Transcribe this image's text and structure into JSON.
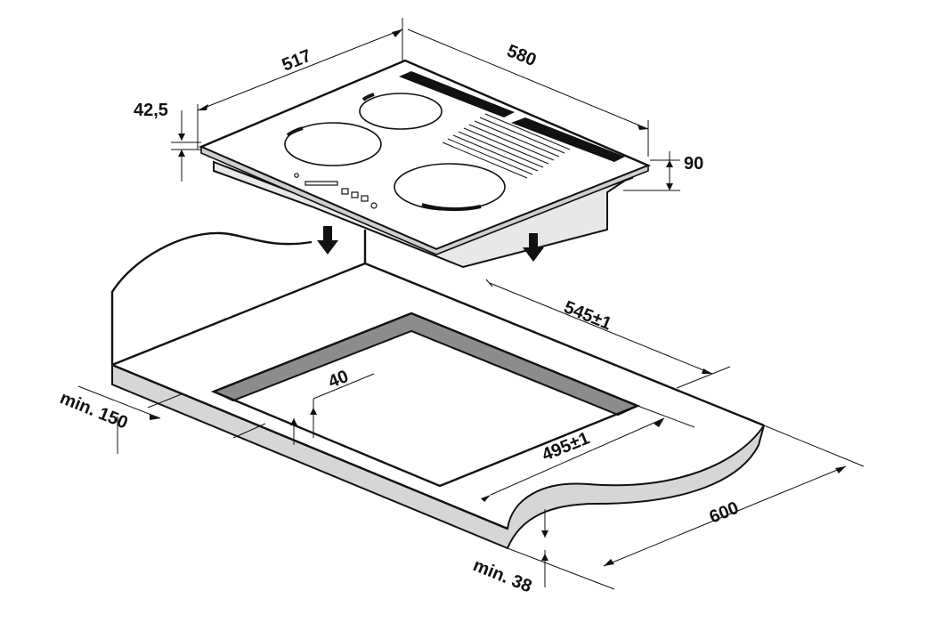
{
  "dimensions": {
    "hob_depth": "517",
    "hob_width": "580",
    "glass_thickness": "42,5",
    "hob_height": "90",
    "cutout_width": "545±1",
    "cutout_depth": "495±1",
    "cutout_margin": "40",
    "min_front": "min. 150",
    "worktop_depth": "600",
    "min_worktop_thickness": "min. 38"
  },
  "colors": {
    "line": "#111111",
    "worktop_edge": "#d6d6d6",
    "cutout_rim": "#8c8c8c",
    "hob_body": "#e8e8e8",
    "vent_strip": "#111111"
  },
  "icons": [
    "arrow-down-icon",
    "arrow-down-icon"
  ]
}
